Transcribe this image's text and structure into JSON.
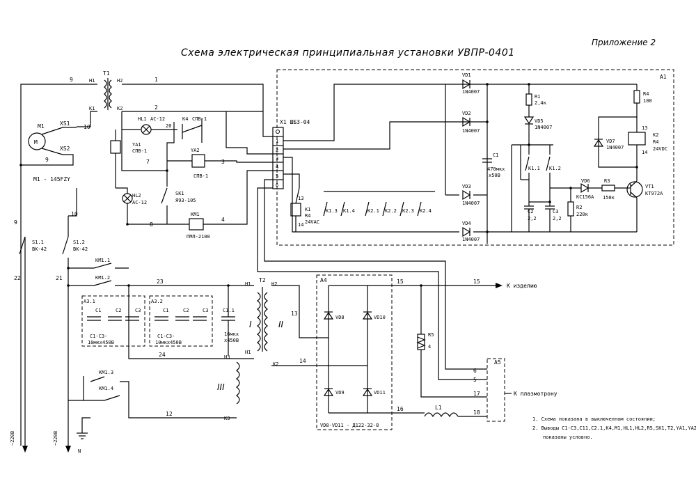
{
  "header": {
    "appendix": "Приложение 2",
    "title": "Схема электрическая принципиальная установки УВПР-0401"
  },
  "labels": {
    "a1": "A1",
    "x1": "X1 ШБ3-04",
    "t1": "T1",
    "h1": "Н1",
    "h2": "Н2",
    "k1": "К1",
    "k2": "K2",
    "w1": "1",
    "w2": "2",
    "w9a": "9",
    "w10a": "10",
    "w20": "20",
    "w7": "7",
    "w3": "3",
    "w8": "8",
    "w4": "4",
    "m1": "M1",
    "m1model": "M1 - 145FZY",
    "xs1": "XS1",
    "xs2": "XS2",
    "hl1": "HL1",
    "hl1type": "AC-12",
    "ya1": "YA1",
    "ya1type": "СПВ-1",
    "k4": "K4",
    "k4type": "СПВ-1",
    "ya2": "YA2",
    "ya2type": "СПВ-1",
    "hl2": "HL2",
    "hl2type": "AC-12",
    "sk1": "SK1",
    "sk1type": "Я93-105",
    "km1": "KM1",
    "km1type": "ПМЛ-2100",
    "s11": "S1.1",
    "s11type": "ВК-42",
    "s12": "S1.2",
    "s12type": "ВК-42",
    "w22": "22",
    "w21": "21",
    "w9b": "9",
    "w10b": "10",
    "km11": "KM1.1",
    "km12": "KM1.2",
    "km13": "KM1.3",
    "km14": "KM1.4",
    "w23": "23",
    "w24": "24",
    "w12": "12",
    "w13": "13",
    "w14": "14",
    "w15": "15",
    "w16": "16",
    "w17": "17",
    "w18": "18",
    "w5": "5",
    "w6": "6",
    "a31": "A3.1",
    "a32": "A3.2",
    "c1": "C1",
    "c2": "C2",
    "c3": "C3",
    "c11": "C1.1",
    "cspec": "C1-C3-",
    "cval": "10мкх450В",
    "c11val1": "16мкх",
    "c11val2": "х450В",
    "t2": "T2",
    "roman1": "I",
    "roman2": "II",
    "roman3": "III",
    "h3": "Н3",
    "k3": "К3",
    "a4": "A4",
    "vd8": "VD8",
    "vd9": "VD9",
    "vd10": "VD10",
    "vd11": "VD11",
    "vdspec": "VD8-VD11 - Д122-32-8",
    "r5": "R5",
    "r5val": "4",
    "l1": "L1",
    "a5": "A5",
    "to_item": "К изделию",
    "to_torch": "К плазмотрону",
    "k1rel": "K1",
    "k1relval": "R4",
    "k1relv": "24VAC",
    "k13": "K1.3",
    "k14": "K1.4",
    "k21": "K2.1",
    "k22": "K2.2",
    "k23": "K2.3",
    "k24": "K2.4",
    "vd1": "VD1",
    "vd2": "VD2",
    "vd3": "VD3",
    "vd4": "VD4",
    "n4007": "1N4007",
    "c1a": "C1",
    "c1aval1": "470мкх",
    "c1aval2": "х50В",
    "r1": "R1",
    "r1val": "2,4к",
    "vd5": "VD5",
    "k11": "K1.1",
    "k12": "K1.2",
    "c2a": "C2",
    "c3a": "C3",
    "c2aval": "2,2",
    "c3aval": "2,2",
    "r2": "R2",
    "r2val": "220к",
    "vd6": "VD6",
    "vd6type": "КС156А",
    "r3": "R3",
    "r3val": "150к",
    "vt1": "VT1",
    "vt1type": "КТ972А",
    "r4": "R4",
    "r4val": "100",
    "vd7": "VD7",
    "k2val": "R4",
    "k2v": "24VDC",
    "mains1": "~220В",
    "mains2": "~220В",
    "n": "N"
  },
  "notes": [
    "1. Схема показана в выключенном состоянии;",
    "2. Выводы C1-C3,C11,C2.1,K4,M1,HL1,HL2,R5,SK1,T2,YA1,YA2",
    "показаны условно."
  ]
}
